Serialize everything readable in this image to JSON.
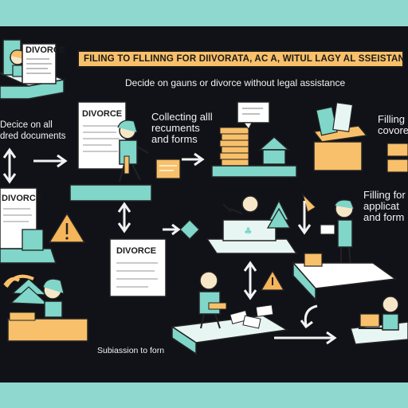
{
  "banner": {
    "text": "FILING TO FLLINNG FOR DIIVORATA, AC A, WITUL LAGY AL SSEISTANC."
  },
  "subtitle": "Decide on gauns or divorce without legal assistance",
  "steps": {
    "decide": "Decice on all\ndred documents",
    "collect": "Collecting alll\nrecuments\nand forms",
    "filling_top": "Filling\ncovores",
    "filling_right": "Filling for\napplicat\nand form",
    "submission": "Subiassion to forn"
  },
  "documents": {
    "doc_a": "DIVORCE",
    "doc_b": "DIVORCE",
    "doc_c": "DIVORCE",
    "doc_d": "DIVORCE"
  },
  "colors": {
    "frame": "#8fd8d0",
    "panel": "#111218",
    "accent_teal": "#7fd6c9",
    "accent_orange": "#f8c06a",
    "warning": "#f5b55a"
  }
}
